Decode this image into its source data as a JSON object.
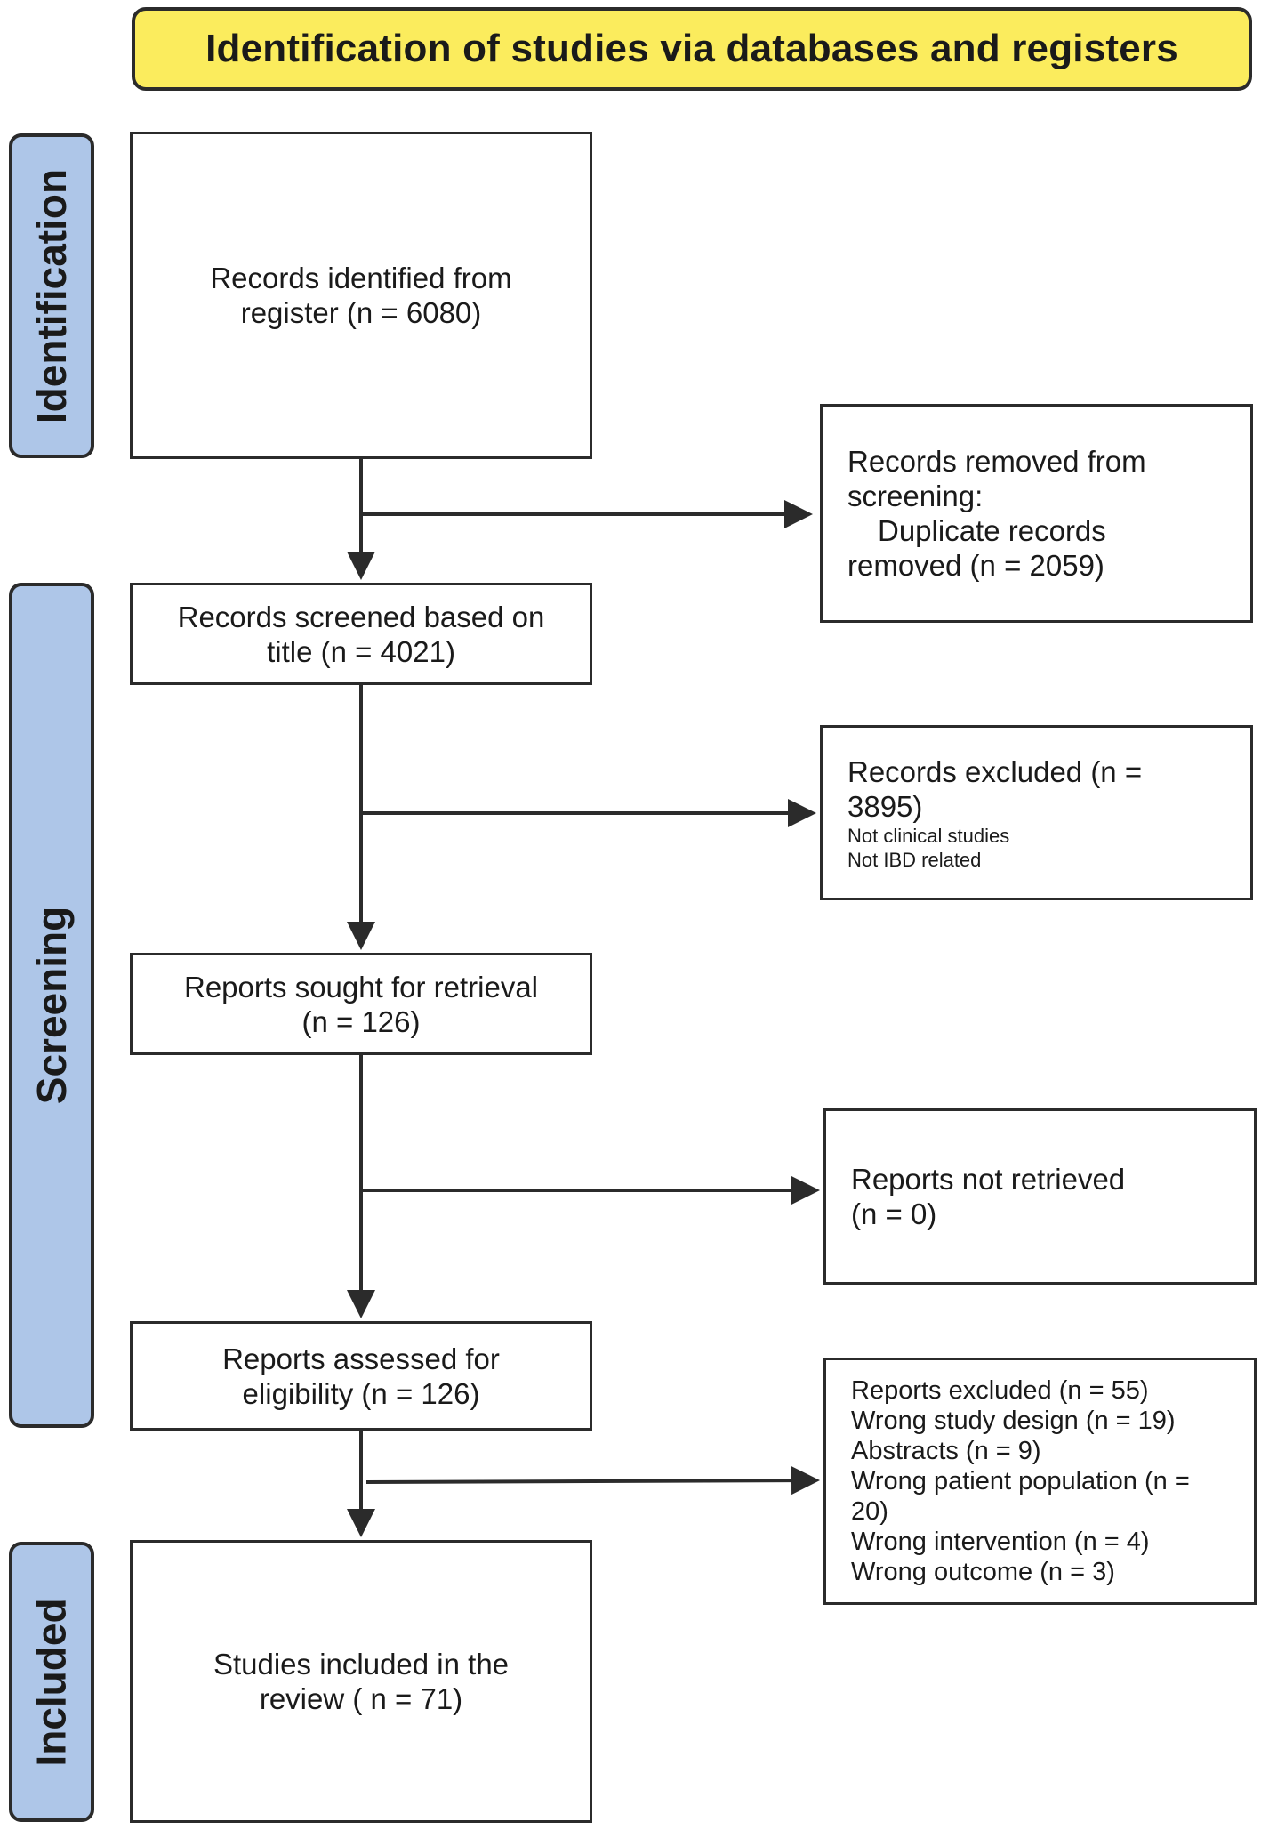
{
  "header": {
    "title": "Identification of studies via databases and registers"
  },
  "phases": {
    "identification": "Identification",
    "screening": "Screening",
    "included": "Included"
  },
  "main_boxes": {
    "identified": {
      "line1": "Records identified from",
      "line2": "register (n = 6080)"
    },
    "screened": {
      "line1": "Records screened based on",
      "line2": "title (n = 4021)"
    },
    "sought": {
      "line1": "Reports sought for retrieval",
      "line2": "(n = 126)"
    },
    "assessed": {
      "line1": "Reports assessed for",
      "line2": "eligibility (n = 126)"
    },
    "included": {
      "line1": "Studies included in the",
      "line2": "review ( n = 71)"
    }
  },
  "side_boxes": {
    "removed": {
      "line1": "Records removed from",
      "line2": "screening:",
      "line3": "Duplicate records",
      "line4": "removed (n = 2059)"
    },
    "excluded": {
      "line1": "Records excluded  (n =",
      "line2": "3895)",
      "reason1": "Not clinical studies",
      "reason2": "Not IBD related"
    },
    "not_retrieved": {
      "line1": "Reports not retrieved",
      "line2": "(n = 0)"
    },
    "reports_excluded": {
      "lines": [
        "Reports excluded (n = 55)",
        "Wrong study design (n = 19)",
        "Abstracts (n = 9)",
        "Wrong patient population (n =",
        "20)",
        "Wrong intervention (n = 4)",
        "Wrong outcome (n = 3)"
      ]
    }
  }
}
